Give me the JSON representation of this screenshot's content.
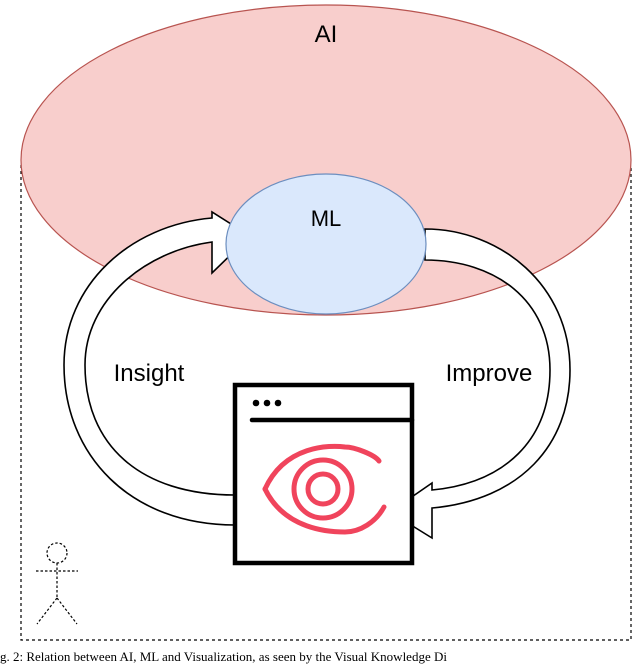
{
  "diagram": {
    "ai_label": "AI",
    "ml_label": "ML",
    "insight_label": "Insight",
    "improve_label": "Improve"
  },
  "caption": "g. 2: Relation between AI, ML and Visualization, as seen by the Visual Knowledge Di",
  "colors": {
    "ai_fill": "#f8cecc",
    "ai_stroke": "#b85450",
    "ml_fill": "#dae8fc",
    "ml_stroke": "#6c8ebf",
    "eye": "#f0445c",
    "outline": "#000000"
  },
  "icons": [
    "eye-icon",
    "person-icon",
    "browser-window-icon"
  ]
}
